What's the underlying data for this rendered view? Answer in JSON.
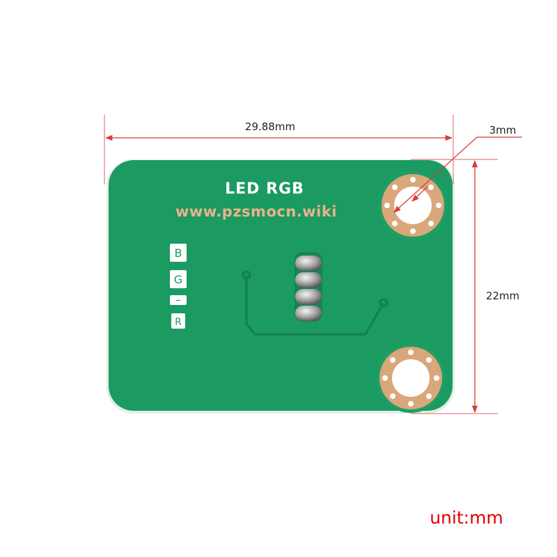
{
  "board": {
    "title": "LED RGB",
    "url": "www.pzsmocn.wiki",
    "pins": [
      "B",
      "G",
      "–",
      "R"
    ],
    "colors": {
      "pcb": "#1b9a62",
      "silkscreen": "#ffffff",
      "copper_pad": "#d9a77a",
      "trace": "#118050",
      "dimension": "#d83b3b"
    }
  },
  "dimensions": {
    "width_label": "29.88mm",
    "hole_label": "3mm",
    "height_label": "22mm"
  },
  "unit_label": "unit:mm"
}
